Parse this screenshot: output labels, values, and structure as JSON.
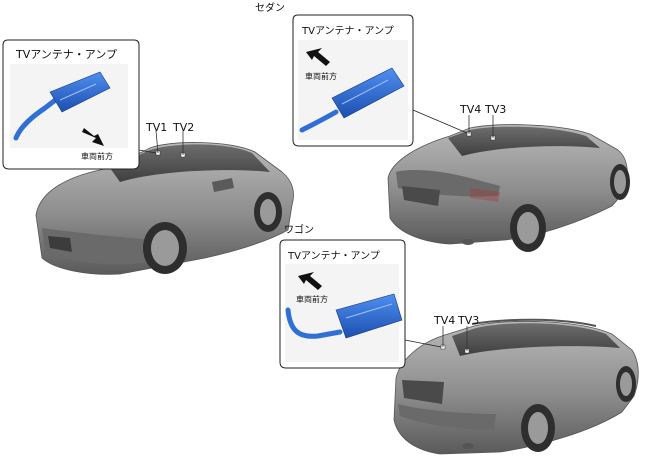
{
  "labels": {
    "sedan": "セダン",
    "wagon": "ワゴン",
    "tv1": "TV1",
    "tv2": "TV2",
    "tv3": "TV3",
    "tv4": "TV4",
    "tv3_wagon": "TV3",
    "tv4_wagon": "TV4"
  },
  "callouts": {
    "front": {
      "title": "TVアンテナ・アンプ",
      "direction": "車両前方"
    },
    "sedan": {
      "title": "TVアンテナ・アンプ",
      "direction": "車両前方"
    },
    "wagon": {
      "title": "TVアンテナ・アンプ",
      "direction": "車両前方"
    }
  },
  "colors": {
    "amp_blue": "#2f6fd6",
    "amp_dark": "#1d4fa8",
    "car_body": "#8a8a8a",
    "car_dark": "#4a4a4a",
    "callout_border": "#222222"
  }
}
